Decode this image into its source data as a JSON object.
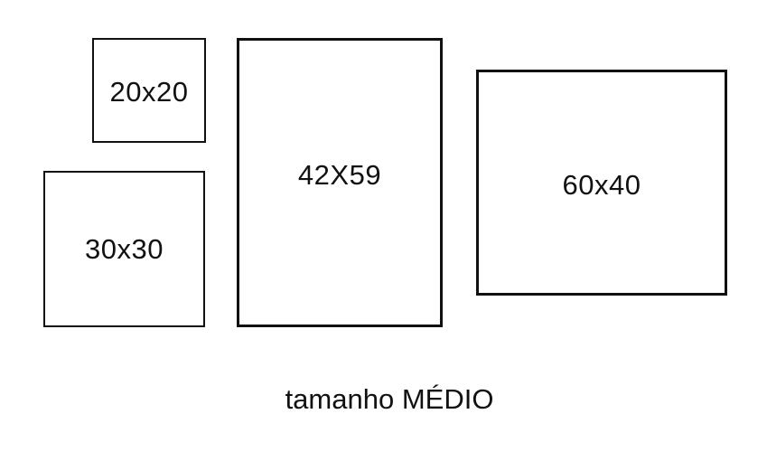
{
  "frames": [
    {
      "id": "f20",
      "label": "20x20"
    },
    {
      "id": "f30",
      "label": "30x30"
    },
    {
      "id": "f42",
      "label": "42X59"
    },
    {
      "id": "f60",
      "label": "60x40"
    }
  ],
  "caption": "tamanho MÉDIO"
}
